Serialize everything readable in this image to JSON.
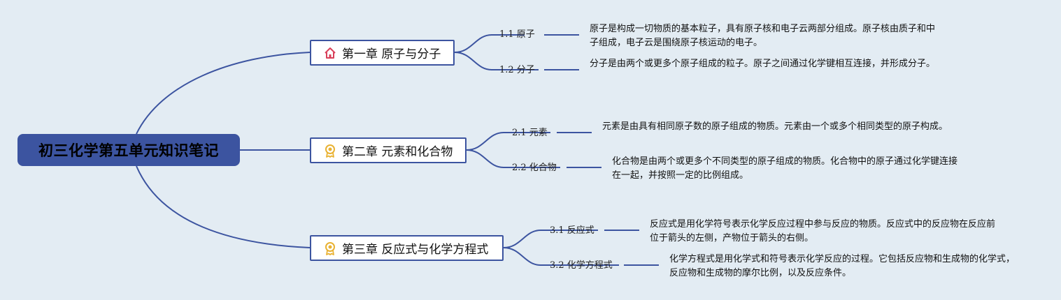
{
  "root": {
    "title": "初三化学第五单元知识笔记"
  },
  "chapters": [
    {
      "title": "第一章 原子与分子",
      "icon": "home-icon",
      "icon_color": "#d9405a",
      "subs": [
        {
          "label": "1.1 原子",
          "text": "原子是构成一切物质的基本粒子，具有原子核和电子云两部分组成。原子核由质子和中子组成，电子云是围绕原子核运动的电子。"
        },
        {
          "label": "1.2 分子",
          "text": "分子是由两个或更多个原子组成的粒子。原子之间通过化学键相互连接，并形成分子。"
        }
      ]
    },
    {
      "title": "第二章 元素和化合物",
      "icon": "award-ribbon-icon",
      "icon_color": "#e9b233",
      "subs": [
        {
          "label": "2.1 元素",
          "text": "元素是由具有相同原子数的原子组成的物质。元素由一个或多个相同类型的原子构成。"
        },
        {
          "label": "2.2 化合物",
          "text": "化合物是由两个或更多个不同类型的原子组成的物质。化合物中的原子通过化学键连接在一起，并按照一定的比例组成。"
        }
      ]
    },
    {
      "title": "第三章 反应式与化学方程式",
      "icon": "award-ribbon-icon",
      "icon_color": "#e9b233",
      "subs": [
        {
          "label": "3.1 反应式",
          "text": "反应式是用化学符号表示化学反应过程中参与反应的物质。反应式中的反应物在反应前位于箭头的左侧，产物位于箭头的右侧。"
        },
        {
          "label": "3.2 化学方程式",
          "text": "化学方程式是用化学式和符号表示化学反应的过程。它包括反应物和生成物的化学式，反应物和生成物的摩尔比例，以及反应条件。"
        }
      ]
    }
  ],
  "colors": {
    "line": "#3c54a0",
    "root_bg": "#3c54a0",
    "background": "#e3ecf3"
  }
}
